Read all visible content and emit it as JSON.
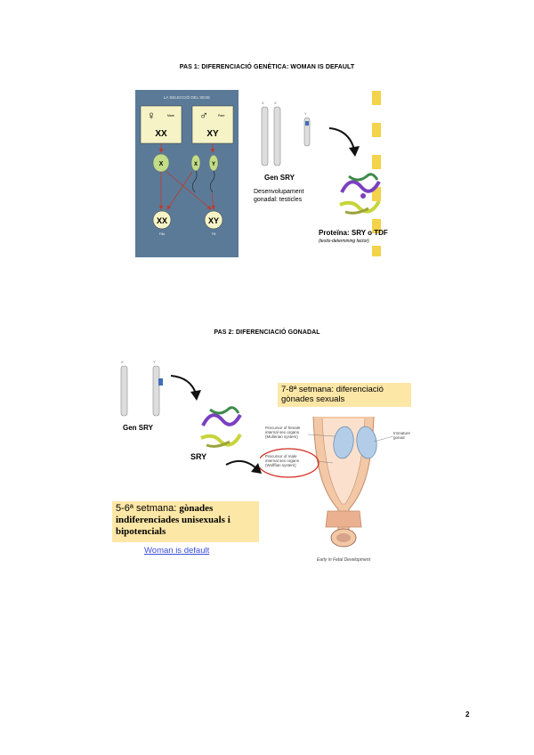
{
  "section1": {
    "heading": "PAS 1: DIFERENCIACIÓ GENÈTICA: WOMAN IS DEFAULT",
    "panel": {
      "title": "LA SELECCIÓ DEL SEXE",
      "mother": {
        "karyotype": "XX",
        "label": "Mare"
      },
      "father": {
        "karyotype": "XY",
        "label": "Pare"
      },
      "gametes": [
        "X",
        "X",
        "Y"
      ],
      "offspring": [
        {
          "karyotype": "XX",
          "label": "Filla"
        },
        {
          "karyotype": "XY",
          "label": "Fill"
        }
      ]
    },
    "gene_label": "Gen SRY",
    "gene_desc_line1": "Desenvolupament",
    "gene_desc_line2": "gonadal: testicles",
    "protein_label": "Proteïna:  SRY o TDF",
    "protein_sub": "(testis-determining factor)"
  },
  "section2": {
    "heading": "PAS 2: DIFERENCIACIÓ GONADAL",
    "gene_label": "Gen SRY",
    "protein_label": "SRY",
    "week78_line1": "7-8ª setmana: diferenciació",
    "week78_line2": "gònades sexuals",
    "week56_line1_a": "5-6ª setmana: ",
    "week56_line1_b": "gònades",
    "week56_line2": "indiferenciades unisexuals i",
    "week56_line3": "bipotencials",
    "link": "Woman is default",
    "diagram": {
      "female_line1": "Precursor of female",
      "female_line2": "internal sex organs",
      "female_line3": "(Mullerian system)",
      "male_line1": "Precursor of male",
      "male_line2": "internal sex organs",
      "male_line3": "(Wolffian system)",
      "gonad_line1": "Immature",
      "gonad_line2": "gonad",
      "caption": "Early in Fetal Development"
    }
  },
  "page_number": "2",
  "colors": {
    "highlight": "#fde7a6",
    "panel_bg": "#5a7a98",
    "card_bg": "#f6f3c6",
    "oval": "#c2dc88",
    "arrow": "#c0392b"
  }
}
